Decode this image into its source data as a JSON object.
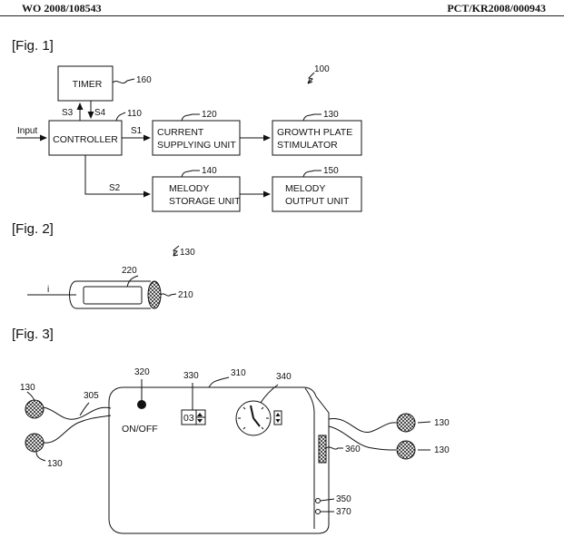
{
  "header": {
    "left": "WO 2008/108543",
    "right": "PCT/KR2008/000943"
  },
  "fig1": {
    "label": "[Fig. 1]",
    "system_ref": "100",
    "input_label": "Input",
    "blocks": {
      "timer": {
        "text": "TIMER",
        "ref": "160"
      },
      "controller": {
        "text": "CONTROLLER",
        "ref": "110"
      },
      "current": {
        "line1": "CURRENT",
        "line2": "SUPPLYING UNIT",
        "ref": "120"
      },
      "growth": {
        "line1": "GROWTH PLATE",
        "line2": "STIMULATOR",
        "ref": "130"
      },
      "melody_storage": {
        "line1": "MELODY",
        "line2": "STORAGE UNIT",
        "ref": "140"
      },
      "melody_output": {
        "line1": "MELODY",
        "line2": "OUTPUT UNIT",
        "ref": "150"
      }
    },
    "signals": {
      "s1": "S1",
      "s2": "S2",
      "s3": "S3",
      "s4": "S4"
    }
  },
  "fig2": {
    "label": "[Fig. 2]",
    "ref_main": "130",
    "ref_inner": "220",
    "ref_end": "210",
    "current_label": "i"
  },
  "fig3": {
    "label": "[Fig. 3]",
    "refs": {
      "device": "310",
      "switch": "320",
      "counter": "330",
      "clock": "340",
      "cable": "305",
      "pad": "130",
      "speaker": "360",
      "jack_a": "350",
      "jack_b": "370"
    },
    "onoff_label": "ON/OFF",
    "counter_value": "03"
  }
}
